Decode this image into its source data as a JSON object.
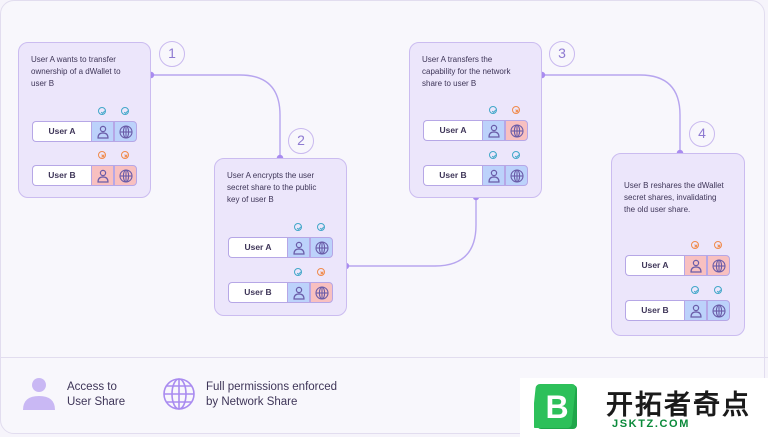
{
  "steps": [
    {
      "number": "1",
      "text": [
        "User A wants to transfer",
        "ownership of a dWallet to",
        "user B"
      ],
      "rows": [
        {
          "label": "User A",
          "share_check": "check",
          "network_check": "check",
          "share_color": "blue",
          "network_color": "blue"
        },
        {
          "label": "User B",
          "share_check": "cross",
          "network_check": "cross",
          "share_color": "pink",
          "network_color": "pink"
        }
      ]
    },
    {
      "number": "2",
      "text": [
        "User A encrypts the user",
        "secret share to the public",
        "key of user B"
      ],
      "rows": [
        {
          "label": "User A",
          "share_check": "check",
          "network_check": "check",
          "share_color": "blue",
          "network_color": "blue"
        },
        {
          "label": "User B",
          "share_check": "check",
          "network_check": "cross",
          "share_color": "blue",
          "network_color": "pink"
        }
      ]
    },
    {
      "number": "3",
      "text": [
        "User A transfers the",
        "capability for the network",
        "share to user B"
      ],
      "rows": [
        {
          "label": "User A",
          "share_check": "check",
          "network_check": "cross",
          "share_color": "blue",
          "network_color": "pink"
        },
        {
          "label": "User B",
          "share_check": "check",
          "network_check": "check",
          "share_color": "blue",
          "network_color": "blue"
        }
      ]
    },
    {
      "number": "4",
      "text": [
        "User B reshares the dWallet",
        "secret shares, invalidating",
        "the old user share."
      ],
      "rows": [
        {
          "label": "User A",
          "share_check": "cross",
          "network_check": "cross",
          "share_color": "pink",
          "network_color": "pink"
        },
        {
          "label": "User B",
          "share_check": "check",
          "network_check": "check",
          "share_color": "blue",
          "network_color": "blue"
        }
      ]
    }
  ],
  "legend": {
    "user_share": [
      "Access to",
      "User Share"
    ],
    "network_share": [
      "Full permissions enforced",
      "by Network Share"
    ]
  },
  "watermark": {
    "chinese": "开拓者奇点",
    "url": "JSKTZ.COM",
    "mark": "B"
  },
  "colors": {
    "accent": "#a98bf0",
    "card_bg": "#ece6fb",
    "blue_cell": "#bcd2fb",
    "pink_cell": "#f8c0c0",
    "check": "#41a7c9",
    "cross": "#f08a4b"
  }
}
